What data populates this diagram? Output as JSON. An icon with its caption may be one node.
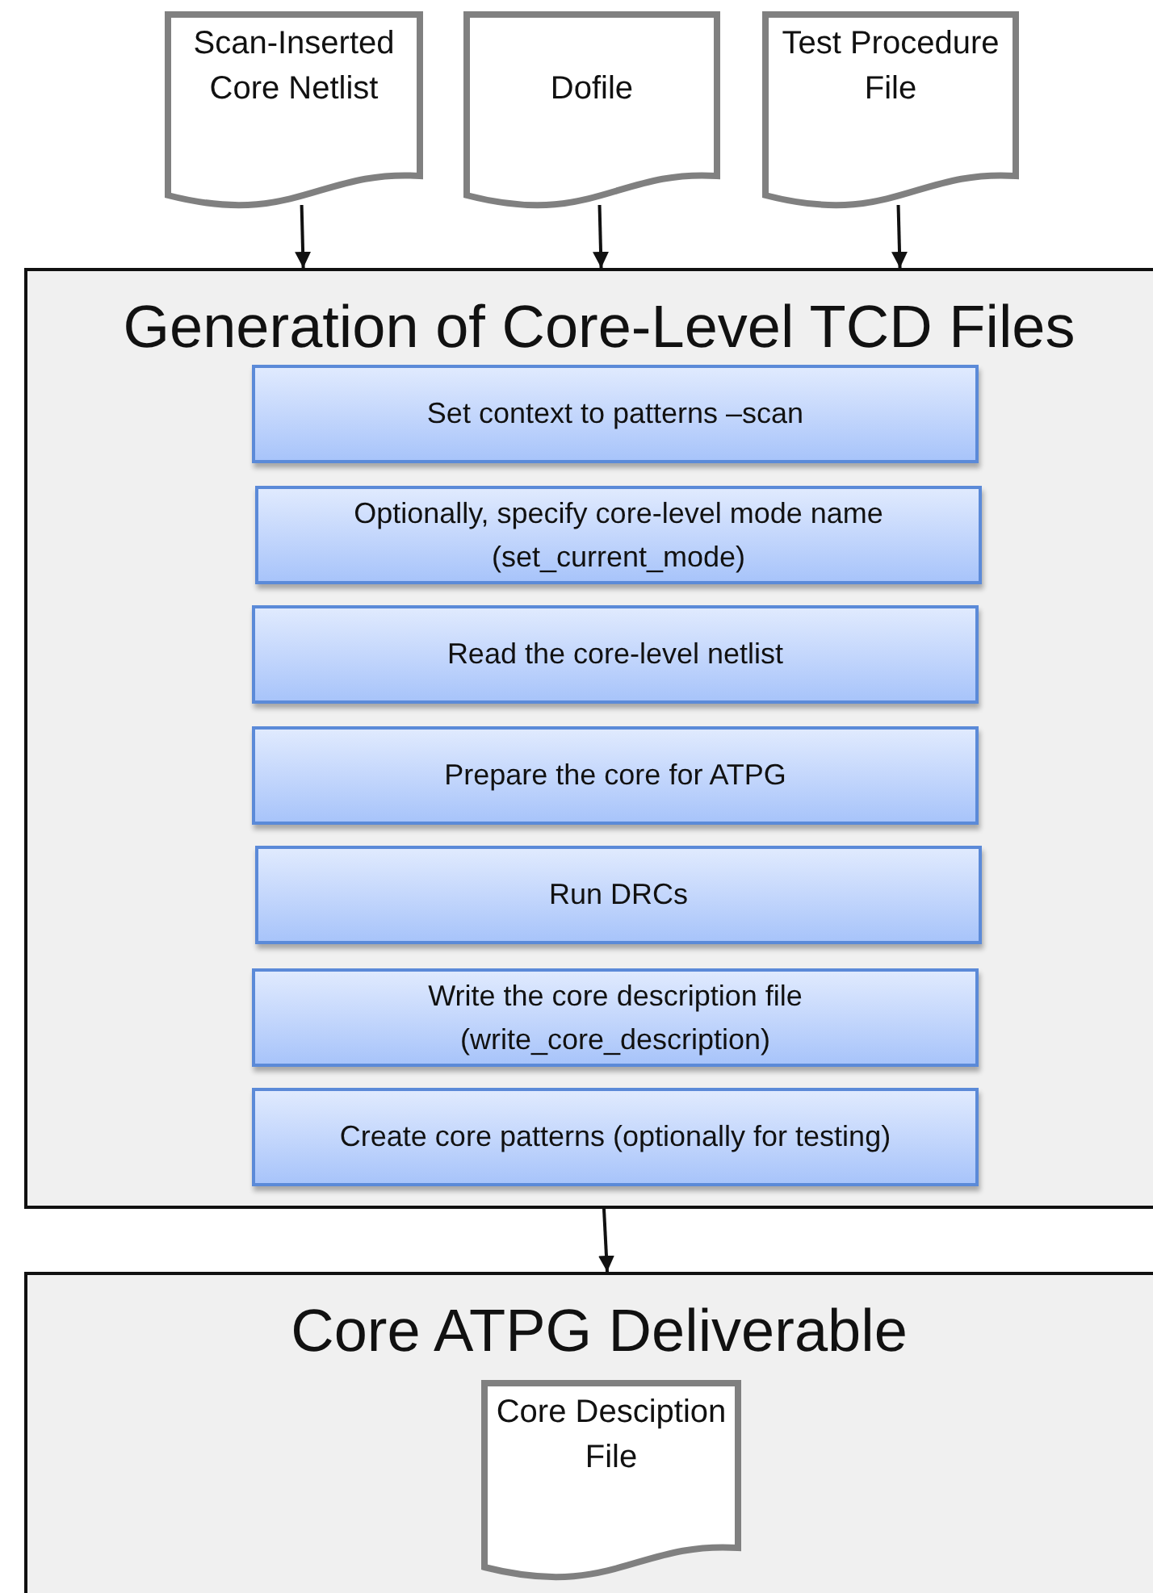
{
  "diagram": {
    "nodes": [
      {
        "text": [
          "Scan-Inserted Core Netlist"
        ]
      },
      {
        "text": [
          "Dofile"
        ]
      },
      {
        "text": [
          "Test Procedure File"
        ]
      },
      {
        "text": [
          "Generation of Core-Level TCD Files"
        ]
      },
      {
        "text": [
          "Set context to patterns –scan"
        ],
        "in": 3
      },
      {
        "text": [
          "Optionally, specify core-level mode name (set_current_mode)"
        ],
        "in": 3
      },
      {
        "text": [
          "Read the core-level netlist"
        ],
        "in": 3
      },
      {
        "text": [
          "Prepare the core for ATPG"
        ],
        "in": 3
      },
      {
        "text": [
          "Run DRCs"
        ],
        "in": 3
      },
      {
        "text": [
          "Write the core description file (write_core_description)"
        ],
        "in": 3
      },
      {
        "text": [
          "Create core patterns (optionally for testing)"
        ],
        "in": 3
      },
      {
        "text": [
          "Core ATPG Deliverable"
        ]
      },
      {
        "text": [
          "Core Desciption File"
        ],
        "in": 11
      }
    ],
    "edges": [
      {
        "from": 0,
        "to": 3,
        "arrow": "to"
      },
      {
        "from": 1,
        "to": 3,
        "arrow": "to"
      },
      {
        "from": 2,
        "to": 3,
        "arrow": "to"
      },
      {
        "from": 3,
        "to": 11,
        "arrow": "to"
      }
    ]
  }
}
